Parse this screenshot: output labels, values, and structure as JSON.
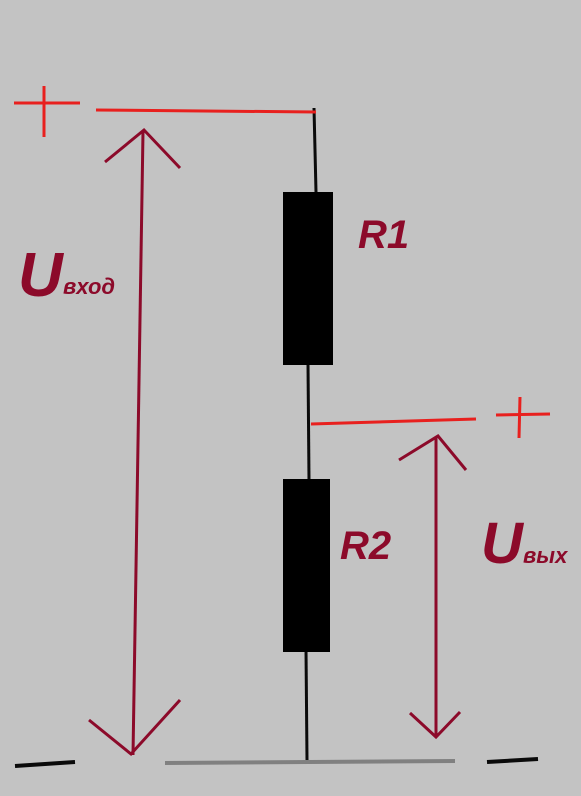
{
  "colors": {
    "background": "#c3c3c3",
    "wire": "#0a0a0a",
    "resistor": "#000000",
    "red": "#e8201e",
    "maroon": "#8c0a2a",
    "ground": "#808080"
  },
  "labels": {
    "r1": "R1",
    "r2": "R2",
    "u_in_main": "U",
    "u_in_sub": "вход",
    "u_out_main": "U",
    "u_out_sub": "вых",
    "plus": "+",
    "minus": "—"
  }
}
